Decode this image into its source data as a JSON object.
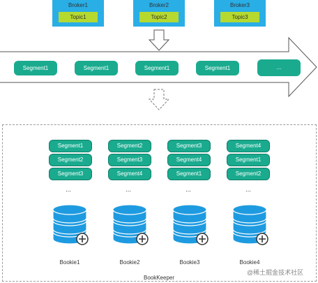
{
  "brokers": [
    {
      "name": "Broker1",
      "topic": "Topic1"
    },
    {
      "name": "Broker2",
      "topic": "Topic2"
    },
    {
      "name": "Broker3",
      "topic": "Topic3"
    }
  ],
  "stream_segments": [
    "Segment1",
    "Segment1",
    "Segment1",
    "Segment1",
    "..."
  ],
  "bookies": [
    {
      "name": "Bookie1",
      "segments": [
        "Segment1",
        "Segment2",
        "Segment3"
      ],
      "more": "..."
    },
    {
      "name": "Bookie2",
      "segments": [
        "Segment2",
        "Segment3",
        "Segment4"
      ],
      "more": "..."
    },
    {
      "name": "Bookie3",
      "segments": [
        "Segment3",
        "Segment4",
        "Segment1"
      ],
      "more": "..."
    },
    {
      "name": "Bookie4",
      "segments": [
        "Segment4",
        "Segment1",
        "Segment2"
      ],
      "more": "..."
    }
  ],
  "bookkeeper_label": "BookKeeper",
  "watermark": "@稀土掘金技术社区",
  "colors": {
    "broker": "#29aee6",
    "topic": "#b5d92f",
    "segment": "#1aab8f",
    "disk": "#1e9be0"
  }
}
